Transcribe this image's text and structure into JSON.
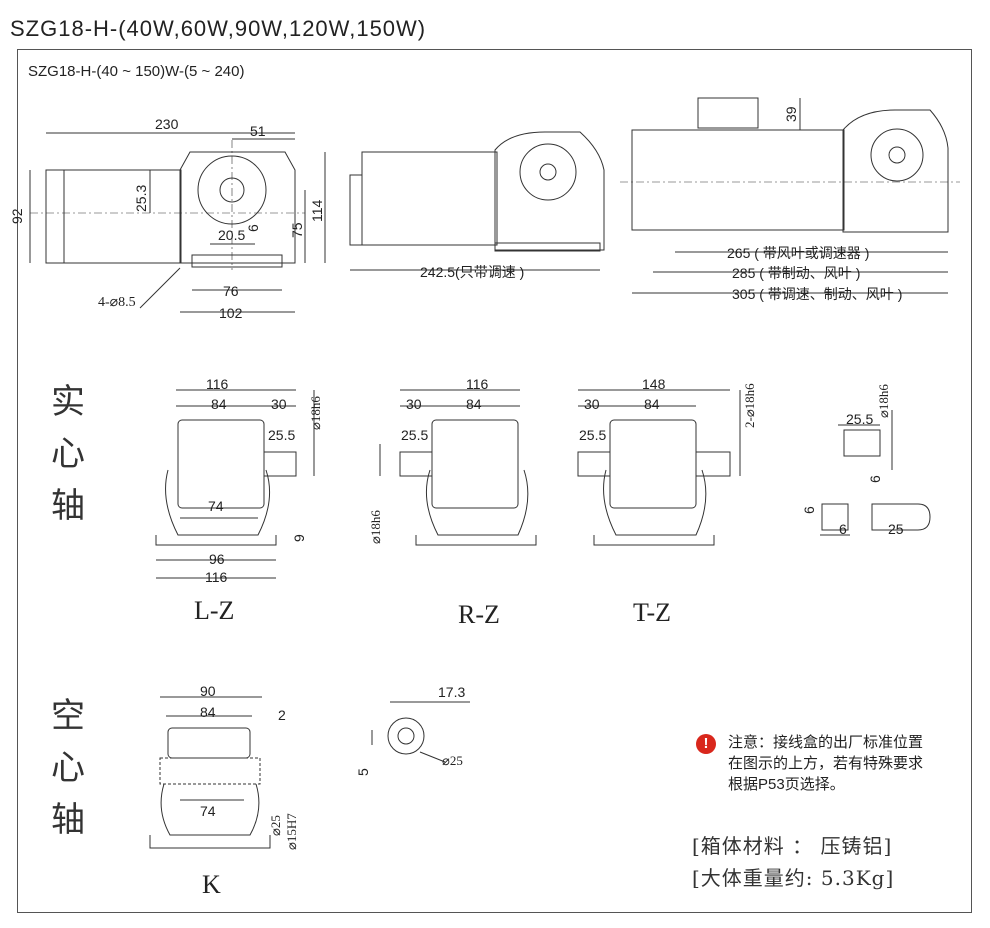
{
  "page_title": "SZG18-H-(40W,60W,90W,120W,150W)",
  "model_range": "SZG18-H-(40 ~ 150)W-(5 ~ 240)",
  "dims": {
    "d230": "230",
    "d51": "51",
    "d92": "92",
    "d25_3": "25.3",
    "d114": "114",
    "d75": "75",
    "d6": "6",
    "d20_5": "20.5",
    "d76": "76",
    "d102": "102",
    "d4_8_5": "4-⌀8.5",
    "d242_5": "242.5(只带调速 )",
    "d39": "39",
    "d265": "265 ( 带风叶或调速器 )",
    "d285": "285 ( 带制动、风叶 )",
    "d305": "305 ( 带调速、制动、风叶 )",
    "lz_116": "116",
    "lz_84": "84",
    "lz_30": "30",
    "lz_25_5": "25.5",
    "lz_shaft": "⌀18h6",
    "lz_74": "74",
    "lz_9": "9",
    "lz_96": "96",
    "lz_116b": "116",
    "rz_116": "116",
    "rz_30": "30",
    "rz_84": "84",
    "rz_25_5": "25.5",
    "rz_shaft": "⌀18h6",
    "tz_148": "148",
    "tz_30": "30",
    "tz_84": "84",
    "tz_25_5": "25.5",
    "tz_shaft": "2-⌀18h6",
    "sh_25_5": "25.5",
    "sh_shaft": "⌀18h6",
    "sh_6": "6",
    "sh_6b": "6",
    "sh_6c": "6",
    "sh_25": "25",
    "k_90": "90",
    "k_84": "84",
    "k_2": "2",
    "k_74": "74",
    "k_25": "⌀25",
    "k_15": "⌀15H7",
    "h_17_3": "17.3",
    "h_5": "5",
    "h_25": "⌀25"
  },
  "solid_shaft_label": [
    "实",
    "心",
    "轴"
  ],
  "hollow_shaft_label": [
    "空",
    "心",
    "轴"
  ],
  "view_labels": {
    "lz": "L-Z",
    "rz": "R-Z",
    "tz": "T-Z",
    "k": "K"
  },
  "note_icon": "!",
  "note_text": "注意：接线盒的出厂标准位置在图示的上方，若有特殊要求根据P53页选择。",
  "spec_material": "[箱体材料 ： 压铸铝]",
  "spec_weight": "[大体重量约:  5.3Kg]",
  "colors": {
    "line": "#333333",
    "note_icon": "#d9271c"
  }
}
